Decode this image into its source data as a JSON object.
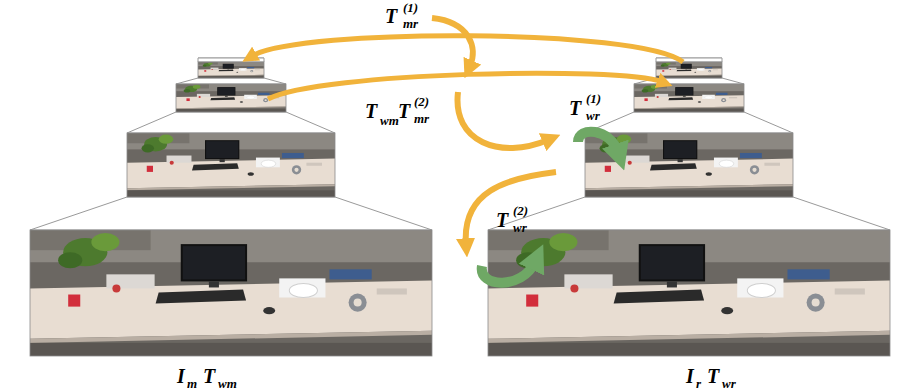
{
  "diagram": {
    "labels": [
      "T",
      "(1)",
      "mr",
      "T",
      "wm",
      "T",
      "(2)",
      "mr",
      "T",
      "(1)",
      "wr",
      "T",
      "(2)",
      "wr",
      "I",
      "m",
      "T",
      "wm",
      "I",
      "r",
      "T",
      "wr"
    ]
  }
}
